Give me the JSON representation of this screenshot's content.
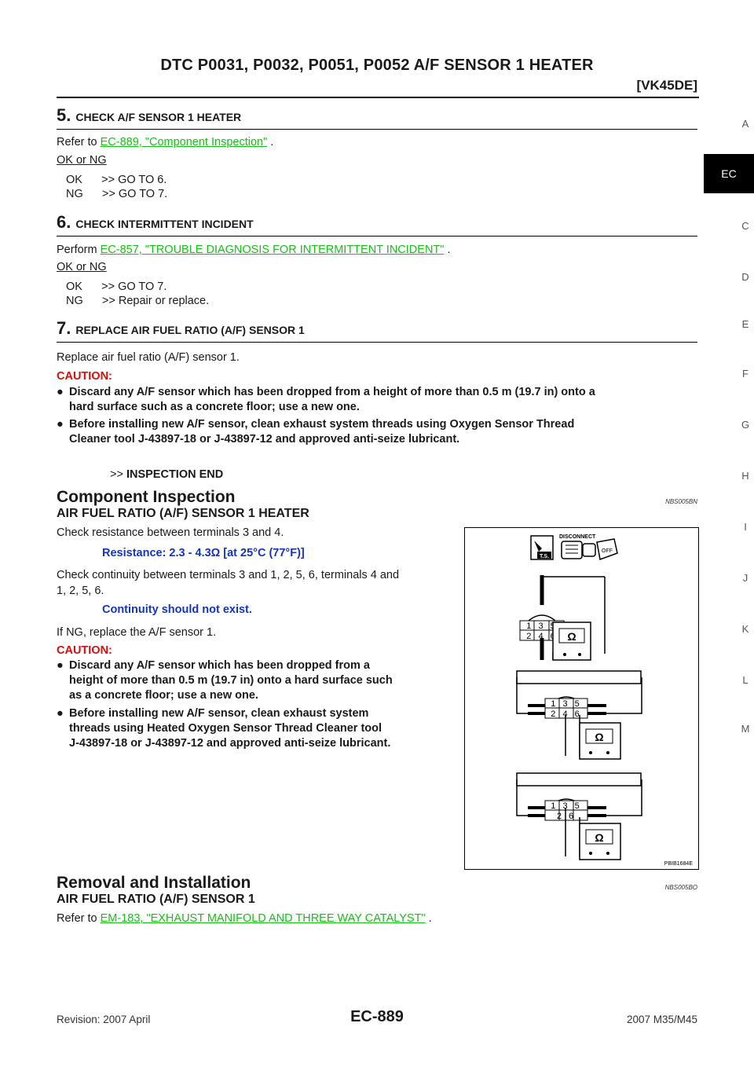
{
  "header": {
    "title": "DTC P0031, P0032, P0051, P0052 A/F SENSOR 1 HEATER",
    "code": "[VK45DE]"
  },
  "side_index": {
    "letters": [
      "A",
      "EC",
      "C",
      "D",
      "E",
      "F",
      "G",
      "H",
      "I",
      "J",
      "K",
      "L",
      "M"
    ],
    "active": "EC"
  },
  "step5": {
    "num": "5.",
    "title": "CHECK A/F SENSOR 1 HEATER",
    "refer_prefix": "Refer to ",
    "link": "EC-889, \"Component Inspection\"",
    "refer_suffix": " .",
    "ok_ng": "OK or NG",
    "ok": "OK      >> GO TO 6.",
    "ng": "NG      >> GO TO 7."
  },
  "step6": {
    "num": "6.",
    "title": "CHECK INTERMITTENT INCIDENT",
    "refer_prefix": "Perform ",
    "link": "EC-857, \"TROUBLE DIAGNOSIS FOR INTERMITTENT INCIDENT\"",
    "refer_suffix": " .",
    "ok_ng": "OK or NG",
    "ok": "OK      >> GO TO 7.",
    "ng": "NG      >> Repair or replace."
  },
  "step7": {
    "num": "7.",
    "title": "REPLACE AIR FUEL RATIO (A/F) SENSOR 1",
    "text": "Replace air fuel ratio (A/F) sensor 1.",
    "caution": "CAUTION:",
    "bullet1_l1": "Discard any A/F sensor which has been dropped from a height of more than 0.5 m (19.7 in) onto a",
    "bullet1_l2": "hard surface such as a concrete floor; use a new one.",
    "bullet2_l1": "Before installing new A/F sensor, clean exhaust system threads using Oxygen Sensor Thread",
    "bullet2_l2": "Cleaner tool J-43897-18 or J-43897-12 and approved anti-seize lubricant.",
    "end_prefix": ">> ",
    "end": "INSPECTION END"
  },
  "component": {
    "title": "Component Inspection",
    "code": "NBS005BN",
    "subtitle": "AIR FUEL RATIO (A/F) SENSOR 1 HEATER",
    "check1": "Check resistance between terminals 3 and 4.",
    "resistance": "Resistance: 2.3 - 4.3Ω  [at 25°C (77°F)]",
    "check2_l1": "Check continuity between terminals 3 and 1, 2, 5, 6, terminals 4 and",
    "check2_l2": "1, 2, 5, 6.",
    "continuity": "Continuity should not exist.",
    "ifng": "If NG, replace the A/F sensor 1.",
    "caution": "CAUTION:",
    "b1": [
      "Discard any A/F sensor which has been dropped from a",
      "height of more than 0.5 m (19.7 in) onto a hard surface such",
      "as a concrete floor; use a new one."
    ],
    "b2": [
      "Before installing new A/F sensor, clean exhaust system",
      "threads using Heated Oxygen Sensor Thread Cleaner tool",
      "J-43897-18 or J-43897-12 and approved anti-seize lubricant."
    ]
  },
  "figure": {
    "disconnect": "DISCONNECT",
    "ts": "T.S.",
    "off": "OFF",
    "ohm": "Ω",
    "top_row": "1 3 5",
    "bottom_row": "2 4 6",
    "bottom_row_3": "2   6",
    "code": "PBIB1684E"
  },
  "removal": {
    "title": "Removal and Installation",
    "code": "NBS005BO",
    "subtitle": "AIR FUEL RATIO (A/F) SENSOR 1",
    "refer_prefix": "Refer to ",
    "link": "EM-183, \"EXHAUST MANIFOLD AND THREE WAY CATALYST\"",
    "refer_suffix": " ."
  },
  "footer": {
    "revision": "Revision: 2007 April",
    "page": "EC-889",
    "model": "2007 M35/M45"
  }
}
